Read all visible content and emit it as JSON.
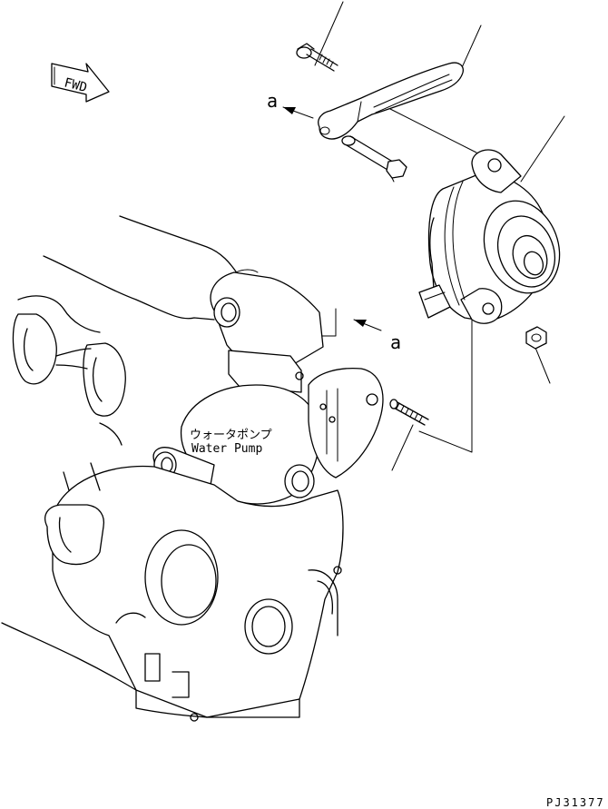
{
  "fwd_label": "FWD",
  "view_marks": {
    "upper": "a",
    "lower": "a"
  },
  "callouts": {
    "line1": "ウォータポンプ",
    "line2": "Water Pump"
  },
  "drawing_number": "PJ31377"
}
